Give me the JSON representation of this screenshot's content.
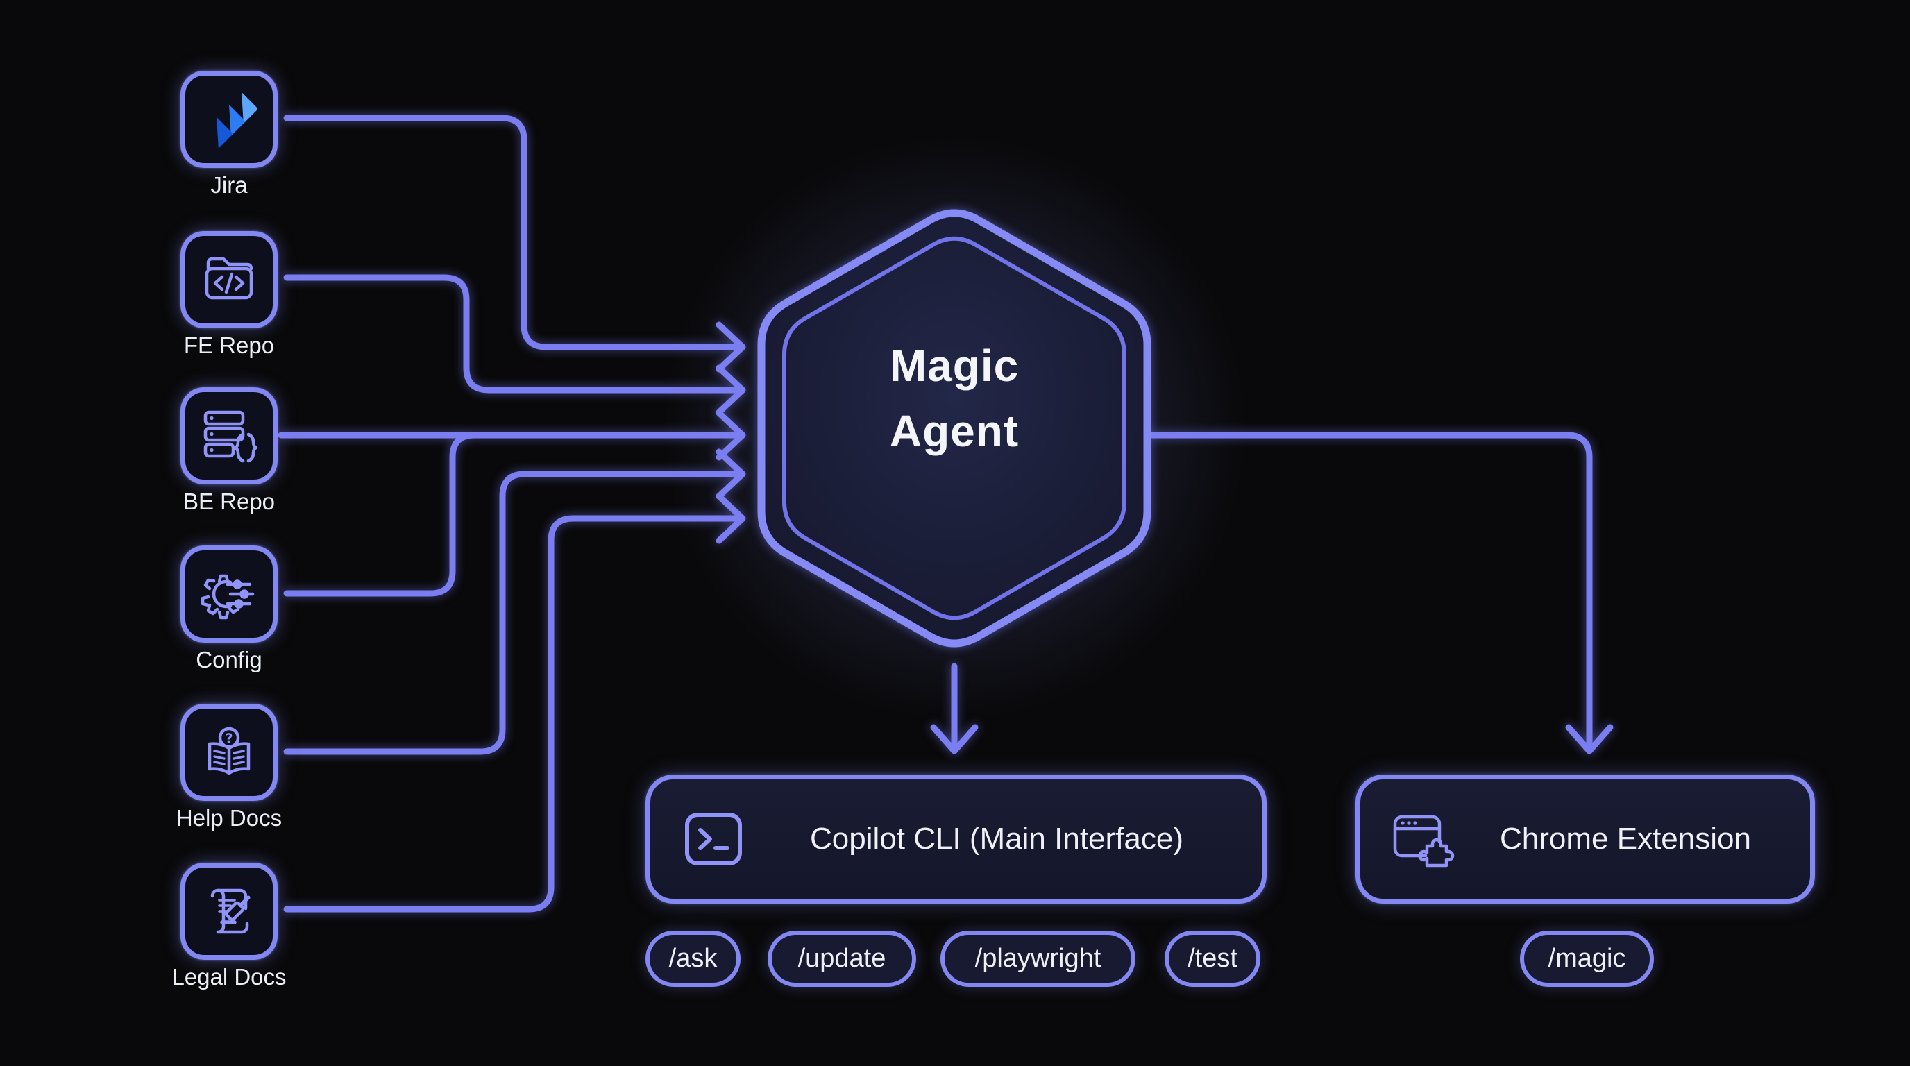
{
  "diagram": {
    "sources": [
      {
        "id": "jira",
        "label": "Jira",
        "icon": "jira-icon"
      },
      {
        "id": "fe-repo",
        "label": "FE Repo",
        "icon": "code-folder-icon"
      },
      {
        "id": "be-repo",
        "label": "BE Repo",
        "icon": "server-braces-icon"
      },
      {
        "id": "config",
        "label": "Config",
        "icon": "gear-sliders-icon"
      },
      {
        "id": "help-docs",
        "label": "Help Docs",
        "icon": "book-question-icon"
      },
      {
        "id": "legal-docs",
        "label": "Legal Docs",
        "icon": "scroll-gavel-icon"
      }
    ],
    "agent": {
      "line1": "Magic",
      "line2": "Agent"
    },
    "cli": {
      "title": "Copilot CLI (Main Interface)",
      "icon": "terminal-icon",
      "commands": [
        "/ask",
        "/update",
        "/playwright",
        "/test"
      ]
    },
    "extension": {
      "title": "Chrome Extension",
      "icon": "browser-puzzle-icon",
      "commands": [
        "/magic"
      ]
    },
    "colors": {
      "background": "#09090b",
      "wire": "#7a7ef0",
      "border": "#8287f2",
      "glow": "#818cf8",
      "panel_fill": "#171930",
      "text": "#f2f3f8",
      "jira_blue_light": "#5ba6ff",
      "jira_blue": "#2e7cf4",
      "jira_blue_dark": "#1659d8"
    }
  }
}
